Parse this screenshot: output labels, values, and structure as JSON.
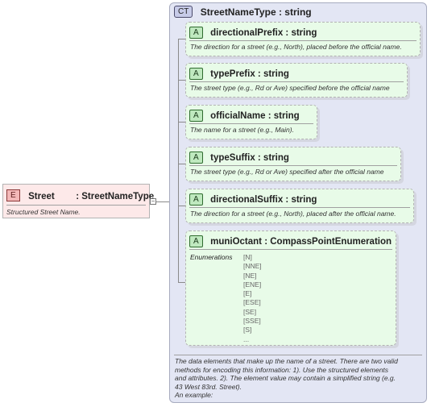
{
  "element": {
    "badge": "E",
    "name": "Street",
    "type": ": StreetNameType",
    "doc": "Structured Street Name."
  },
  "complex_type": {
    "badge": "CT",
    "title": "StreetNameType : string",
    "doc": [
      "The data elements that make up the name of a street. There are two valid",
      "methods for encoding this information: 1). Use the structured elements",
      "and attributes. 2). The element value may contain a simplified string (e.g.",
      "43 West 83rd. Street).",
      "An example:"
    ]
  },
  "attributes": [
    {
      "badge": "A",
      "name": "directionalPrefix : string",
      "doc": "The direction for a street (e.g., North), placed before the official name."
    },
    {
      "badge": "A",
      "name": "typePrefix : string",
      "doc": "The street type (e.g., Rd or Ave) specified before the official name"
    },
    {
      "badge": "A",
      "name": "officialName : string",
      "doc": "The name for a street (e.g., Main)."
    },
    {
      "badge": "A",
      "name": "typeSuffix : string",
      "doc": "The street type (e.g., Rd or Ave) specified after the official name"
    },
    {
      "badge": "A",
      "name": "directionalSuffix : string",
      "doc": "The direction for a street (e.g., North), placed after the official name."
    },
    {
      "badge": "A",
      "name": "muniOctant : CompassPointEnumeration",
      "enum_label": "Enumerations",
      "enumerations": [
        "[N]",
        "[NNE]",
        "[NE]",
        "[ENE]",
        "[E]",
        "[ESE]",
        "[SE]",
        "[SSE]",
        "[S]",
        "..."
      ]
    }
  ],
  "colors": {
    "complex_type_bg": "#e3e6f4",
    "attribute_bg": "#e8fbe8",
    "element_bg": "#fde9e9"
  }
}
